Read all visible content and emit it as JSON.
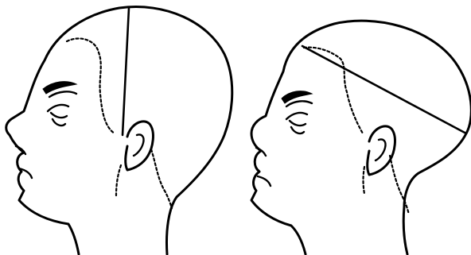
{
  "figures": [
    {
      "id": "left-head",
      "view": "profile",
      "measurement_line": "vertical"
    },
    {
      "id": "right-head",
      "view": "profile",
      "measurement_line": "diagonal"
    }
  ],
  "colors": {
    "stroke": "#000000",
    "background": "#ffffff"
  }
}
